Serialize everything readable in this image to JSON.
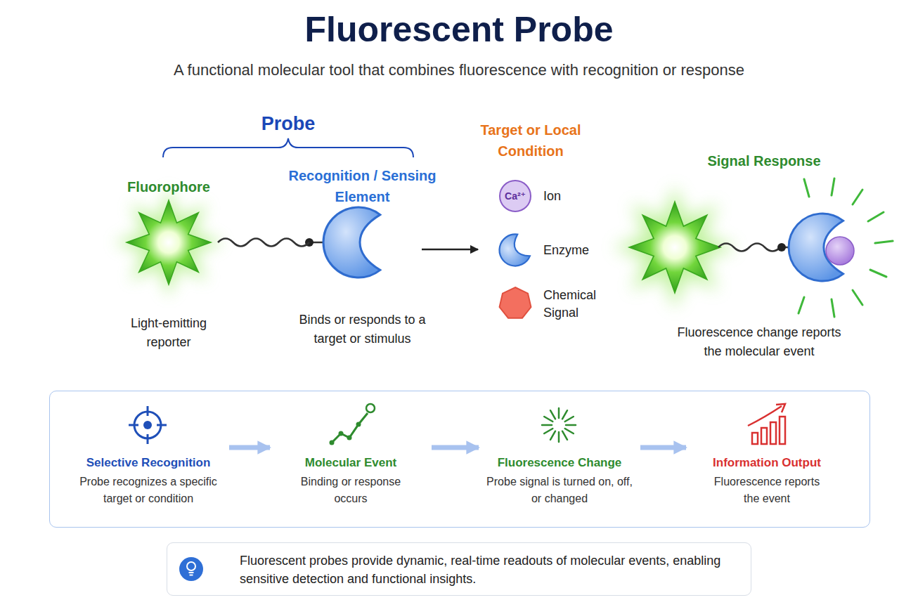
{
  "diagram": {
    "title": "Fluorescent Probe",
    "nodes": [
      {
        "text": [
          "Fluorophore",
          "Light-emitting reporter"
        ]
      },
      {
        "text": [
          "Recognition / Sensing Element",
          "Binds or responds to a target or stimulus"
        ]
      },
      {
        "text": [
          "Target or Local Condition"
        ]
      },
      {
        "text": [
          "Ca²⁺",
          "Ion"
        ],
        "in": 2
      },
      {
        "text": [
          "Enzyme"
        ],
        "in": 2
      },
      {
        "text": [
          "Chemical Signal"
        ],
        "in": 2
      },
      {
        "text": [
          "Signal Response",
          "Fluorescence change reports the molecular event"
        ]
      },
      {
        "text": []
      },
      {
        "text": [
          "Selective Recognition",
          "Probe recognizes a specific target or condition"
        ],
        "in": 7
      },
      {
        "text": [
          "Molecular Event",
          "Binding or response occurs"
        ],
        "in": 7
      },
      {
        "text": [
          "Fluorescence Change",
          "Probe signal is turned on, off, or changed"
        ],
        "in": 7
      },
      {
        "text": [
          "Information Output",
          "Fluorescence reports the event"
        ],
        "in": 7
      },
      {
        "text": [
          "Fluorescent probes provide dynamic, real-time readouts of molecular events, enabling sensitive detection and functional insights."
        ]
      }
    ],
    "edges": [
      {
        "from": 0,
        "to": 1,
        "arrow": "none"
      },
      {
        "from": 1,
        "to": 2,
        "arrow": "to"
      },
      {
        "from": 8,
        "to": 9,
        "arrow": "to"
      },
      {
        "from": 9,
        "to": 10,
        "arrow": "to"
      },
      {
        "from": 10,
        "to": 11,
        "arrow": "to"
      }
    ],
    "labels": [
      "A functional molecular tool that combines fluorescence with recognition or response",
      "Probe"
    ]
  }
}
